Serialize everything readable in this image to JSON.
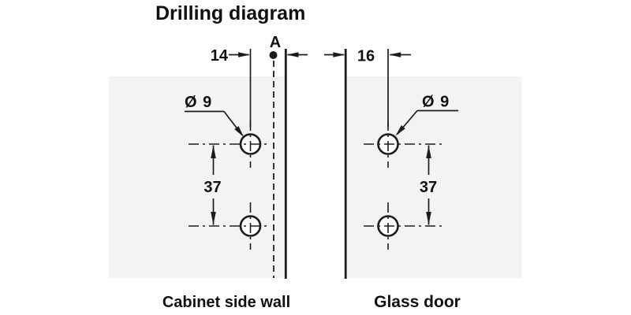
{
  "title": "Drilling diagram",
  "colors": {
    "line": "#1c1c1c",
    "text": "#111111",
    "panel_fill": "#f3f3f3",
    "background": "#ffffff"
  },
  "diagram": {
    "reference_point_label": "A",
    "dim_cabinet_edge_to_hole": "14",
    "dim_glass_edge_to_hole": "16",
    "cabinet": {
      "label": "Cabinet side wall",
      "hole_diameter": "Ø 9",
      "hole_spacing": "37"
    },
    "glass_door": {
      "label": "Glass door",
      "hole_diameter": "Ø 9",
      "hole_spacing": "37"
    }
  }
}
